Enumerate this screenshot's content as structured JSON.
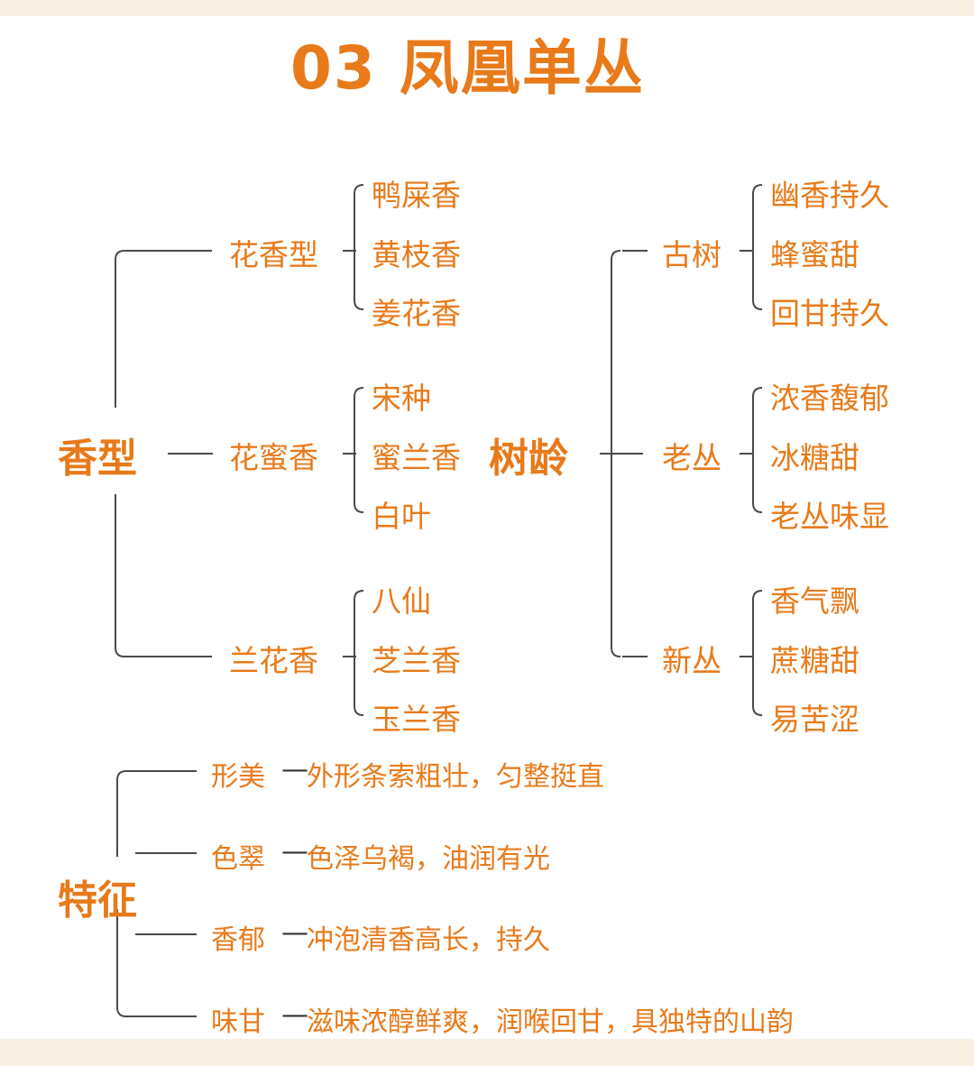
{
  "title": "03 凤凰单丛",
  "colors": {
    "accent": "#e87a1a",
    "line": "#4a4a4a",
    "band": "#f7efe4"
  },
  "aroma": {
    "label": "香型",
    "groups": [
      {
        "label": "花香型",
        "leaves": [
          "鸭屎香",
          "黄枝香",
          "姜花香"
        ]
      },
      {
        "label": "花蜜香",
        "leaves": [
          "宋种",
          "蜜兰香",
          "白叶"
        ]
      },
      {
        "label": "兰花香",
        "leaves": [
          "八仙",
          "芝兰香",
          "玉兰香"
        ]
      }
    ]
  },
  "tree_age": {
    "label": "树龄",
    "groups": [
      {
        "label": "古树",
        "leaves": [
          "幽香持久",
          "蜂蜜甜",
          "回甘持久"
        ]
      },
      {
        "label": "老丛",
        "leaves": [
          "浓香馥郁",
          "冰糖甜",
          "老丛味显"
        ]
      },
      {
        "label": "新丛",
        "leaves": [
          "香气飘",
          "蔗糖甜",
          "易苦涩"
        ]
      }
    ]
  },
  "features": {
    "label": "特征",
    "items": [
      {
        "label": "形美",
        "desc": "外形条索粗壮，匀整挺直"
      },
      {
        "label": "色翠",
        "desc": "色泽乌褐，油润有光"
      },
      {
        "label": "香郁",
        "desc": "冲泡清香高长，持久"
      },
      {
        "label": "味甘",
        "desc": "滋味浓醇鲜爽，润喉回甘，具独特的山韵"
      }
    ]
  }
}
